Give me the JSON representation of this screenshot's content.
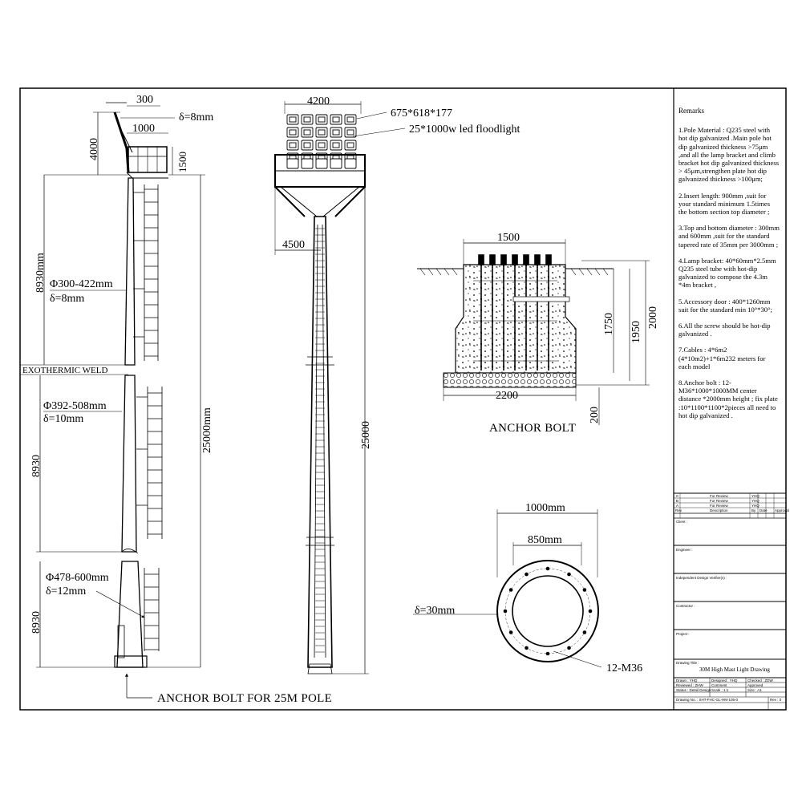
{
  "left_elevation": {
    "dim_top_offset": "300",
    "plate_thickness_top": "δ=8mm",
    "bracket_width": "1000",
    "crown_height": "4000",
    "platform_height": "1500",
    "section1_length": "8930mm",
    "section1_diameter": "Φ300-422mm",
    "section1_thickness": "δ=8mm",
    "weld_label": "EXOTHERMIC WELD",
    "section2_diameter": "Φ392-508mm",
    "section2_thickness": "δ=10mm",
    "section2_length": "8930",
    "section3_diameter": "Φ478-600mm",
    "section3_thickness": "δ=12mm",
    "section3_length": "8930",
    "total_height": "25000mm",
    "caption": "ANCHOR BOLT FOR 25M POLE"
  },
  "center_elevation": {
    "crown_width": "4200",
    "crown_size": "675*618*177",
    "floodlight": "25*1000w led floodlight",
    "bracket_span": "4500",
    "height": "25000"
  },
  "anchor_section": {
    "top_width": "1500",
    "bottom_width": "2200",
    "dim_1750": "1750",
    "dim_1950": "1950",
    "dim_2000": "2000",
    "dim_200": "200",
    "caption": "ANCHOR BOLT"
  },
  "flange_plan": {
    "outer_diameter": "1000mm",
    "bolt_circle": "850mm",
    "thickness": "δ=30mm",
    "bolts": "12-M36"
  },
  "remarks": {
    "title": "Remarks",
    "items": [
      "1.Pole Material : Q235 steel with hot dip galvanized .Main pole hot dip galvanized thickness >75μm ,and all the lamp bracket and climb bracket hot dip galvanized thickness > 45μm,strengthen plate hot dip galvanized thickness >100μm;",
      "2.Insert length: 900mm ,suit for your standard minimum 1.5times the bottom section top diameter ;",
      "3.Top and bottom diameter : 300mm and 600mm ,suit for the standard tapered rate of 35mm per 3000mm ;",
      "4.Lamp bracket: 40*60mm*2.5mm Q235 steel tube with hot-dip galvanized to compose the 4.3m *4m bracket ,",
      "5.Accessory door : 400*1260mm suit for the standard min 10°*30°;",
      "6.All the screw should be hot-dip galvanized .",
      "7.Cables : 4*6m2 (4*10m2)+1*6m232 meters for each model",
      "8.Anchor bolt : 12-M36*1000*1000MM center distance *2000mm height ; fix plate :10*1100*1100*2pieces all need to hot dip galvanized ."
    ]
  },
  "title_block": {
    "revisions": [
      {
        "rev": "C",
        "desc": "For Review",
        "by": "YHQ"
      },
      {
        "rev": "B",
        "desc": "For Review",
        "by": "YHQ"
      },
      {
        "rev": "A",
        "desc": "For Review",
        "by": "YHQ"
      }
    ],
    "rev_header": {
      "rev": "Rev",
      "by": "By",
      "date": "Date",
      "approval": "Approval",
      "desc": "Description"
    },
    "client": "Client :",
    "engineer": "Engineer :",
    "independent": "Independent Design Verifier(s) :",
    "contractor": "Contractor :",
    "project": "Project :",
    "drawing_title_label": "Drawing Title :",
    "drawing_title": "30M High Mast Light Drawing",
    "drawn": "Drawn : YHQ",
    "designed": "Designed : YHQ",
    "checked": "Checked : ZDW",
    "reviewed": "Reviewed : ZHW",
    "comment": "Comment",
    "approved": "Approved",
    "status": "Status : Detail Design",
    "scale": "Scale : 1:1",
    "size": "Size : A1",
    "drawing_no": "Drawing No. : SHT-FHC-GL-HM-105-0",
    "rev": "Rev : 0"
  }
}
